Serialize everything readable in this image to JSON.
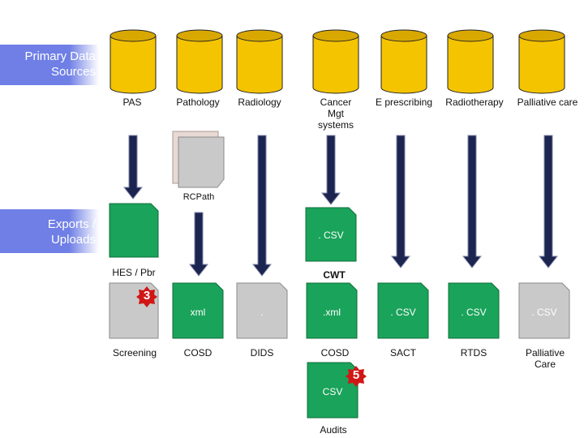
{
  "colors": {
    "cylinder": "#f5c400",
    "cylinder_dark": "#d9a800",
    "banner": "#6f7fe6",
    "arrow": "#1c2450",
    "doc_green": "#1aa35a",
    "doc_grey": "#c9c9c9",
    "badge_red": "#d11616"
  },
  "banners": {
    "primary": "Primary Data Sources",
    "exports": "Exports / Uploads"
  },
  "sources": [
    "PAS",
    "Pathology",
    "Radiology",
    "Cancer Mgt systems",
    "E prescribing",
    "Radiotherapy",
    "Palliative care"
  ],
  "exports": {
    "rcpath": "RCPath",
    "hes": "HES / Pbr",
    "cwt_doc": ". CSV",
    "cwt": "CWT"
  },
  "docs": {
    "cosd_path": "xml",
    "dids": ".",
    "cosd": ".xml",
    "sact": ". CSV",
    "rtds": ". CSV",
    "palliative": ". CSV",
    "audits_doc": "CSV"
  },
  "outputs": {
    "screening": "Screening",
    "cosd_path": "COSD",
    "dids": "DIDS",
    "cosd": "COSD",
    "sact": "SACT",
    "rtds": "RTDS",
    "palliative": "Palliative Care",
    "audits": "Audits"
  },
  "badges": {
    "screening": "3",
    "audits": "5"
  }
}
